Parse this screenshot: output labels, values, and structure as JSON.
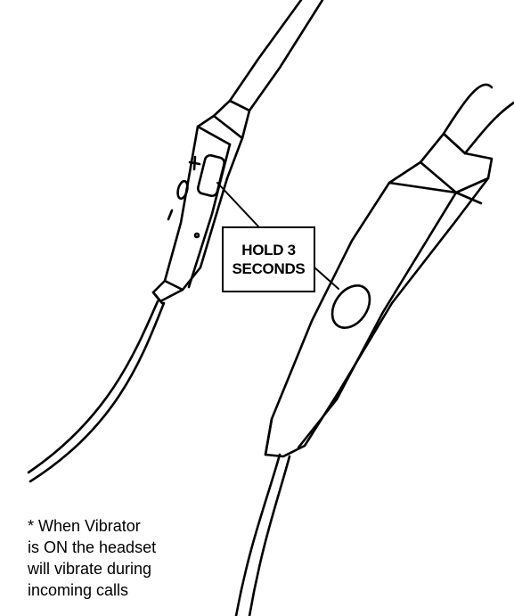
{
  "callout": {
    "line1": "HOLD 3",
    "line2": "SECONDS"
  },
  "footnote": {
    "lines": [
      "* When Vibrator",
      "is ON the headset",
      "will vibrate during",
      "incoming calls"
    ]
  },
  "controls": {
    "plus_symbol": "+",
    "minus_symbol": "−"
  },
  "colors": {
    "line": "#000000",
    "background": "#ffffff"
  }
}
